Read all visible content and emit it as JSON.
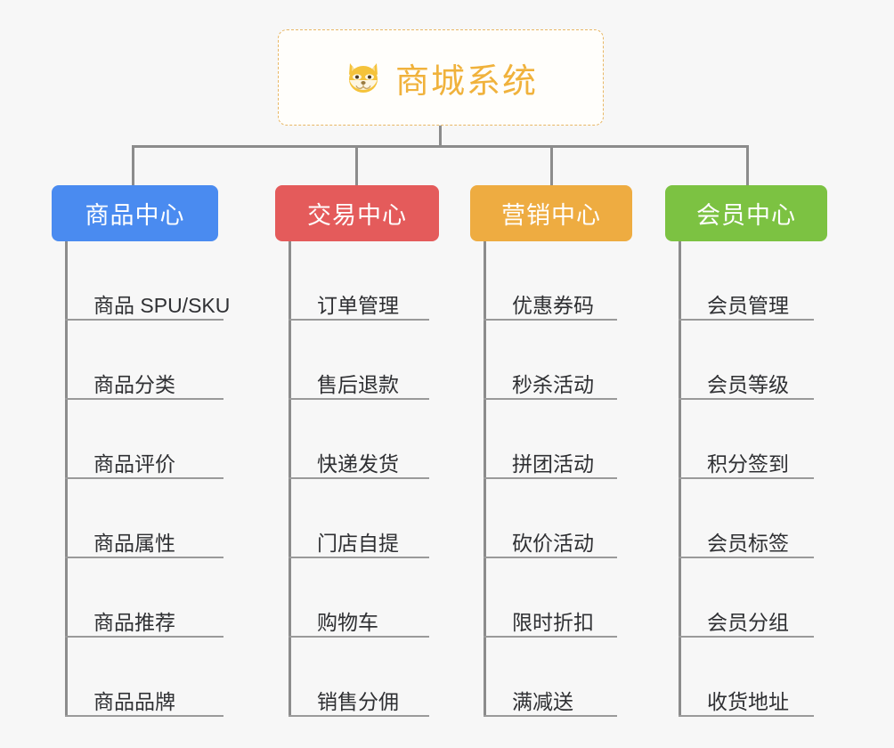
{
  "background_color": "#f7f7f7",
  "root": {
    "title": "商城系统",
    "icon": "shiba-dog-face-emoji",
    "text_color": "#f0b23c",
    "border_color": "#e8b765",
    "background_color": "#fffefb"
  },
  "connector_color": "#8c8c8c",
  "leaf_text_color": "#2f3033",
  "leaf_underline_color": "#9a9a9a",
  "columns": [
    {
      "title": "商品中心",
      "color": "#4a8bf0",
      "items": [
        "商品 SPU/SKU",
        "商品分类",
        "商品评价",
        "商品属性",
        "商品推荐",
        "商品品牌"
      ]
    },
    {
      "title": "交易中心",
      "color": "#e45b5b",
      "items": [
        "订单管理",
        "售后退款",
        "快递发货",
        "门店自提",
        "购物车",
        "销售分佣"
      ]
    },
    {
      "title": "营销中心",
      "color": "#eeac41",
      "items": [
        "优惠券码",
        "秒杀活动",
        "拼团活动",
        "砍价活动",
        "限时折扣",
        "满减送"
      ]
    },
    {
      "title": "会员中心",
      "color": "#7cc242",
      "items": [
        "会员管理",
        "会员等级",
        "积分签到",
        "会员标签",
        "会员分组",
        "收货地址"
      ]
    }
  ]
}
